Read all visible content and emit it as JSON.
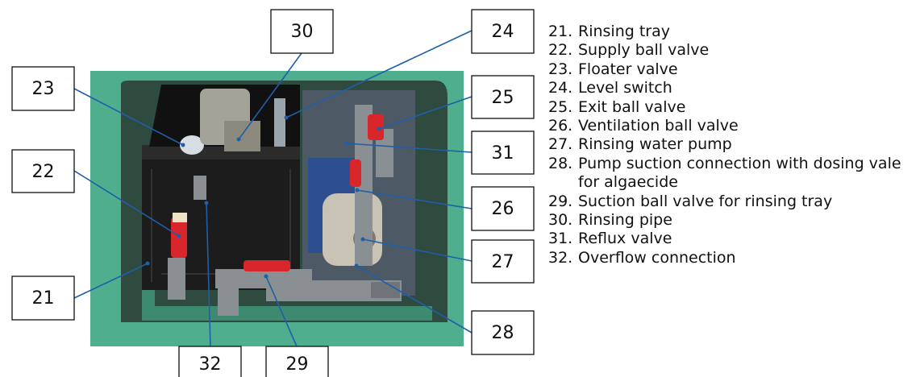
{
  "callouts": [
    {
      "id": "21",
      "label": "21"
    },
    {
      "id": "22",
      "label": "22"
    },
    {
      "id": "23",
      "label": "23"
    },
    {
      "id": "24",
      "label": "24"
    },
    {
      "id": "25",
      "label": "25"
    },
    {
      "id": "26",
      "label": "26"
    },
    {
      "id": "27",
      "label": "27"
    },
    {
      "id": "28",
      "label": "28"
    },
    {
      "id": "29",
      "label": "29"
    },
    {
      "id": "30",
      "label": "30"
    },
    {
      "id": "31",
      "label": "31"
    },
    {
      "id": "32",
      "label": "32"
    }
  ],
  "legend": [
    {
      "number": "21.",
      "text": "Rinsing tray"
    },
    {
      "number": "22.",
      "text": "Supply ball valve"
    },
    {
      "number": "23.",
      "text": "Floater valve"
    },
    {
      "number": "24.",
      "text": "Level switch"
    },
    {
      "number": "25.",
      "text": "Exit ball valve"
    },
    {
      "number": "26.",
      "text": "Ventilation ball valve"
    },
    {
      "number": "27.",
      "text": "Rinsing water pump"
    },
    {
      "number": "28.",
      "text": "Pump suction connection with dosing vale for algaecide"
    },
    {
      "number": "29.",
      "text": "Suction ball valve for rinsing tray"
    },
    {
      "number": "30.",
      "text": "Rinsing pipe"
    },
    {
      "number": "31.",
      "text": "Reflux valve"
    },
    {
      "number": "32.",
      "text": "Overflow connection"
    }
  ],
  "colors": {
    "housing": "#4fae8e",
    "leader": "#1f5fa8",
    "valve_handle": "#d9262a",
    "pipe": "#8a8f94",
    "tank": "#1c1c1c"
  }
}
